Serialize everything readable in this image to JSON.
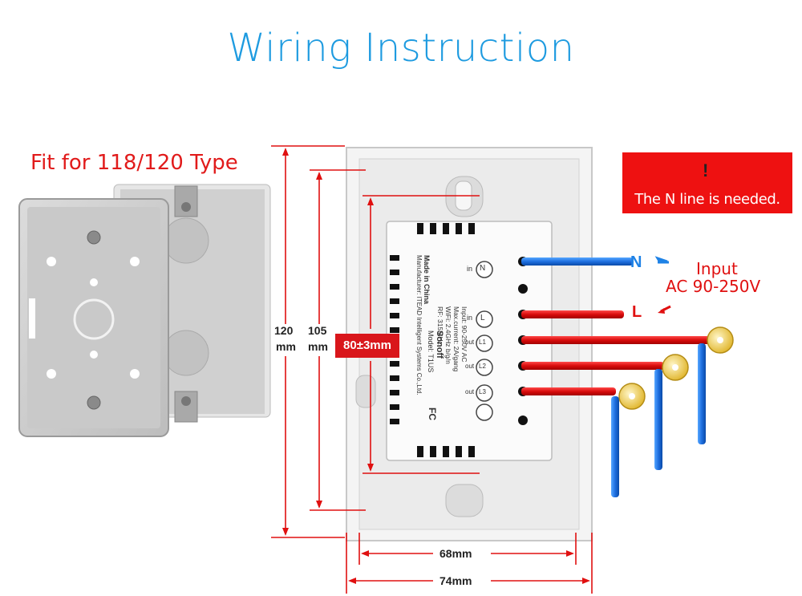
{
  "title": "Wiring Instruction",
  "box_caption": "Fit for 118/120 Type",
  "warning": {
    "text": "The N line is needed.",
    "symbol": "!"
  },
  "input": {
    "label": "Input",
    "voltage": "AC 90-250V"
  },
  "wires": {
    "neutral": "N",
    "live": "L"
  },
  "dimensions": {
    "outer_height": "120",
    "inner_height": "105",
    "outer_height_unit": "mm",
    "inner_height_unit": "mm",
    "screw_spacing": "80±3mm",
    "inner_width": "68mm",
    "outer_width": "74mm"
  },
  "module": {
    "brand": "Sonoff",
    "model": "Model: T1US",
    "origin": "Made in China",
    "specs": [
      "Input: 90-250V AC",
      "Max.current: 2A/gang",
      "WiFi: 2.4GHz b/g/n",
      "RF: 315MHz"
    ],
    "manufacturer": "Manufacturer: ITEAD Intelligent Systems Co.,Ltd.",
    "terminals": [
      "N",
      "L",
      "L1",
      "L2",
      "L3"
    ],
    "terminal_labels": [
      "in",
      "in",
      "out",
      "out",
      "out"
    ],
    "fc_mark": "FC"
  },
  "colors": {
    "title": "#1e9be0",
    "wire_live": "#e01010",
    "wire_neutral": "#1e6fe0",
    "warning_bg": "#ee1111",
    "warning_triangle": "#ffd200"
  }
}
